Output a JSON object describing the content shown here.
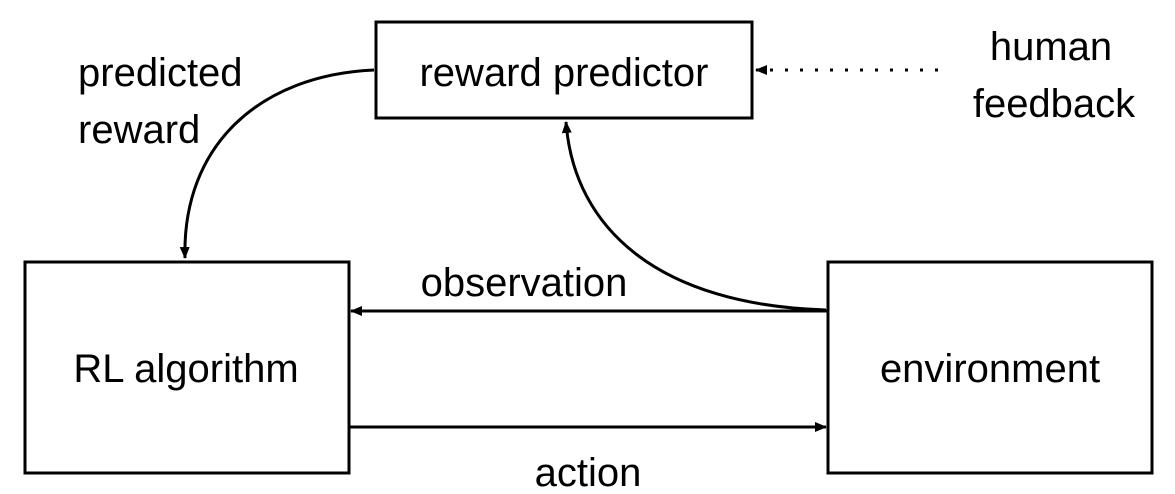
{
  "nodes": {
    "reward_predictor": "reward predictor",
    "rl_algorithm": "RL algorithm",
    "environment": "environment"
  },
  "edges": {
    "predicted_reward_line1": "predicted",
    "predicted_reward_line2": "reward",
    "human_feedback_line1": "human",
    "human_feedback_line2": "feedback",
    "observation": "observation",
    "action": "action"
  }
}
